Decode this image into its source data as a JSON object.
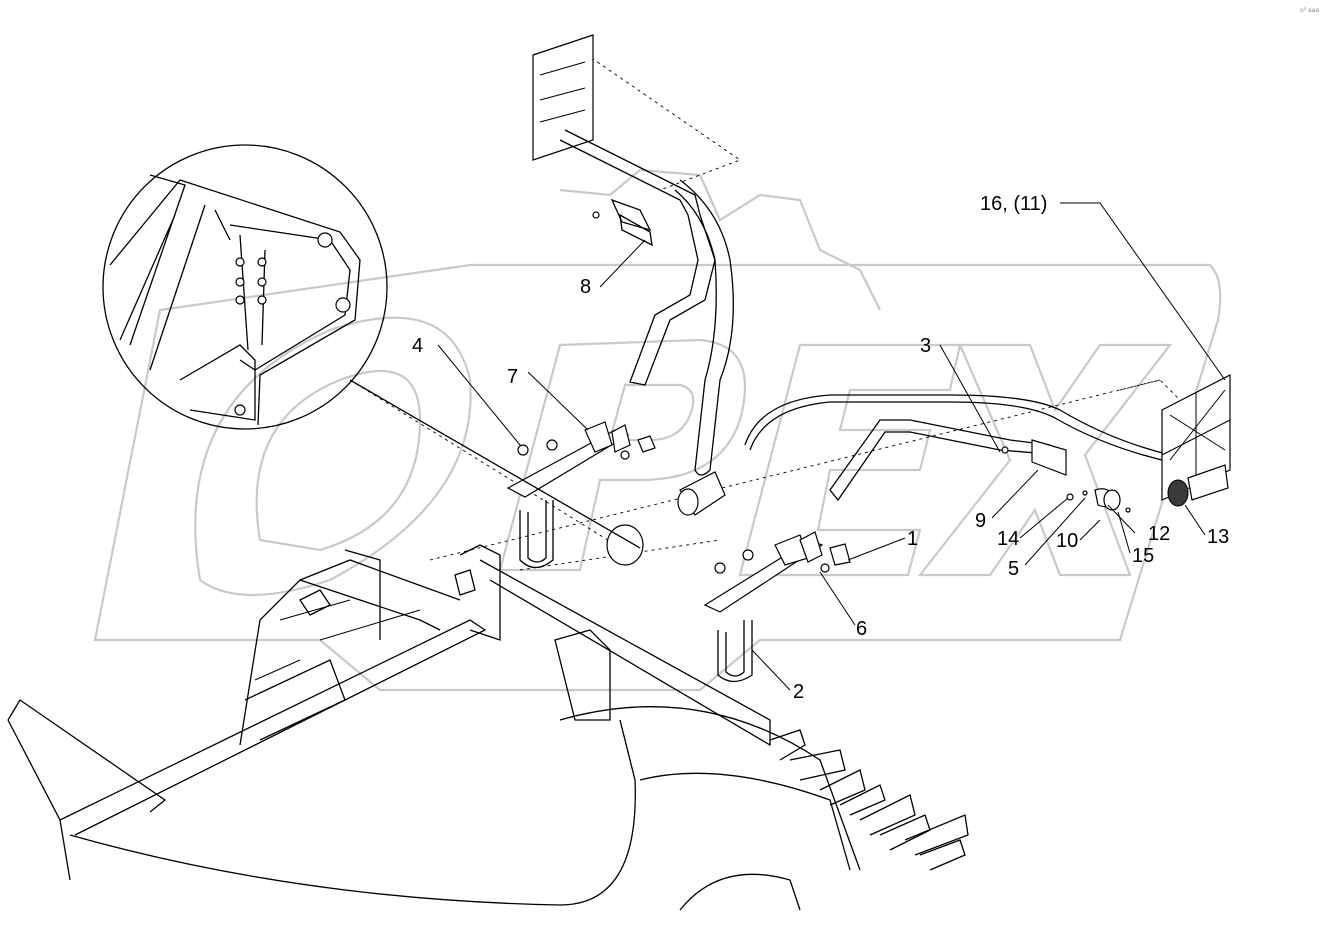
{
  "diagram": {
    "callouts": [
      {
        "id": "1",
        "text": "1"
      },
      {
        "id": "2",
        "text": "2"
      },
      {
        "id": "3",
        "text": "3"
      },
      {
        "id": "4",
        "text": "4"
      },
      {
        "id": "5",
        "text": "5"
      },
      {
        "id": "6",
        "text": "6"
      },
      {
        "id": "7",
        "text": "7"
      },
      {
        "id": "8",
        "text": "8"
      },
      {
        "id": "9",
        "text": "9"
      },
      {
        "id": "10",
        "text": "10"
      },
      {
        "id": "12",
        "text": "12"
      },
      {
        "id": "13",
        "text": "13"
      },
      {
        "id": "14",
        "text": "14"
      },
      {
        "id": "15",
        "text": "15"
      },
      {
        "id": "16",
        "text": "16, (11)"
      }
    ],
    "watermark_text": "OPEX",
    "corner_mark": "o² aaa"
  }
}
